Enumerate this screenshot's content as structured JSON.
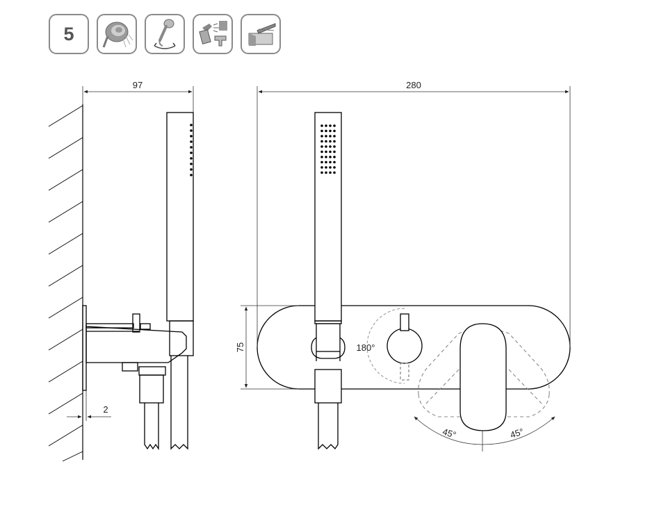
{
  "badges": {
    "number": "5",
    "icons": [
      "handshower-spray-icon",
      "handshower-rotate-icon",
      "cleaning-spray-icon",
      "single-lever-mixer-icon"
    ]
  },
  "dimensions": {
    "side_depth": "97",
    "total_width": "280",
    "plate_height": "75",
    "wall_gap": "2",
    "diverter_rotation": "180°",
    "lever_left_angle": "45°",
    "lever_right_angle": "45°"
  },
  "colors": {
    "line": "#000000",
    "dimension_line": "#333333",
    "badge_border": "#8a8a8a",
    "hidden_line": "#888888"
  }
}
